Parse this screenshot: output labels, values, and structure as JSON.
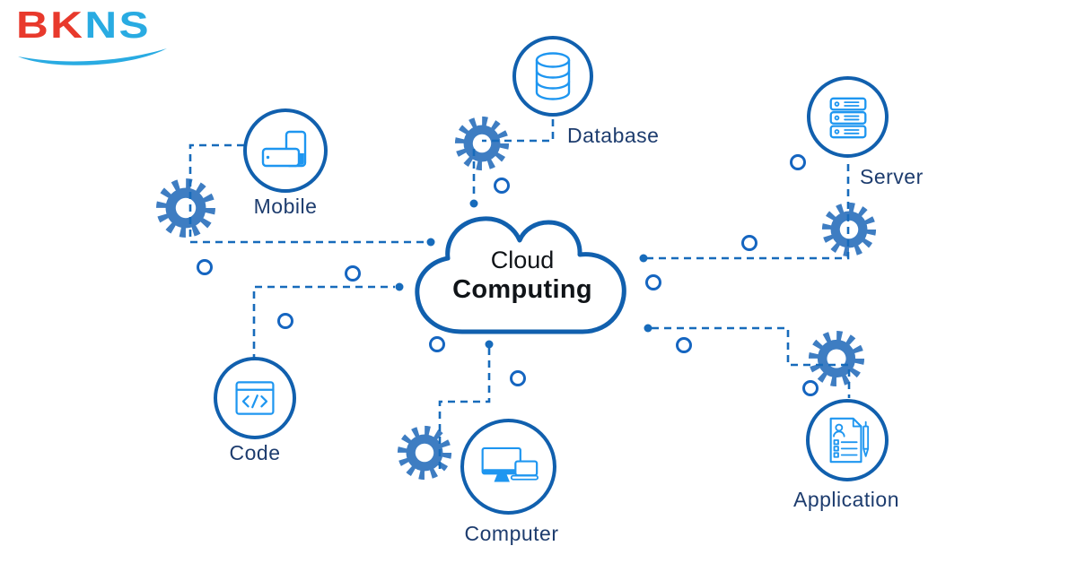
{
  "logo": {
    "part1": "BK",
    "part2": "NS"
  },
  "cloud": {
    "line1": "Cloud",
    "line2": "Computing"
  },
  "nodes": {
    "mobile": {
      "label": "Mobile"
    },
    "database": {
      "label": "Database"
    },
    "server": {
      "label": "Server"
    },
    "code": {
      "label": "Code"
    },
    "computer": {
      "label": "Computer"
    },
    "application": {
      "label": "Application"
    }
  },
  "icons": {
    "mobile": "mobile-devices-icon",
    "database": "database-cylinder-icon",
    "server": "server-rack-icon",
    "code": "code-window-icon",
    "computer": "desktop-laptop-icon",
    "application": "application-form-pen-icon",
    "decorative": "gear-icon"
  },
  "colors": {
    "node_border_blue": "#1160ae",
    "connector_blue": "#176bbb",
    "icon_blue": "#1e96f0",
    "gear_blue": "#3e7dc2",
    "label_navy": "#1d3c6e",
    "logo_red": "#e8392c",
    "logo_blue": "#29abe2",
    "cloud_text": "#101418"
  }
}
